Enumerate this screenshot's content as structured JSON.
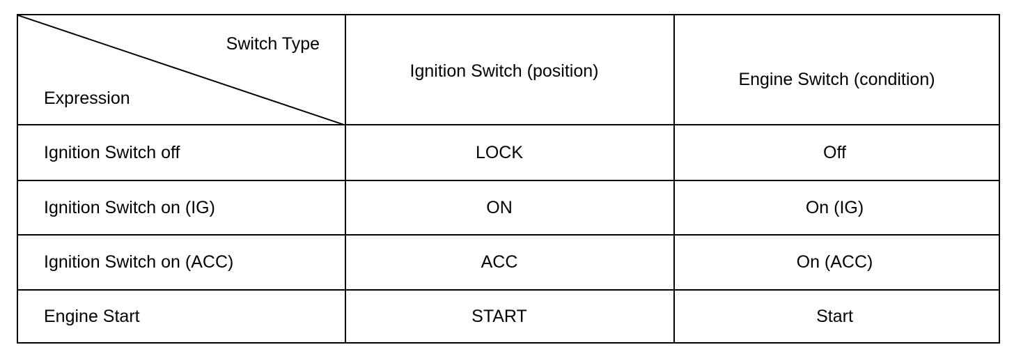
{
  "table": {
    "header": {
      "corner_top": "Switch Type",
      "corner_bottom": "Expression",
      "col1": "Ignition Switch (position)",
      "col2": "Engine Switch (condition)"
    },
    "rows": [
      {
        "expression": "Ignition Switch off",
        "ignition": "LOCK",
        "engine": "Off"
      },
      {
        "expression": "Ignition Switch on (IG)",
        "ignition": "ON",
        "engine": "On (IG)"
      },
      {
        "expression": "Ignition Switch on (ACC)",
        "ignition": "ACC",
        "engine": "On (ACC)"
      },
      {
        "expression": "Engine Start",
        "ignition": "START",
        "engine": "Start"
      }
    ]
  }
}
